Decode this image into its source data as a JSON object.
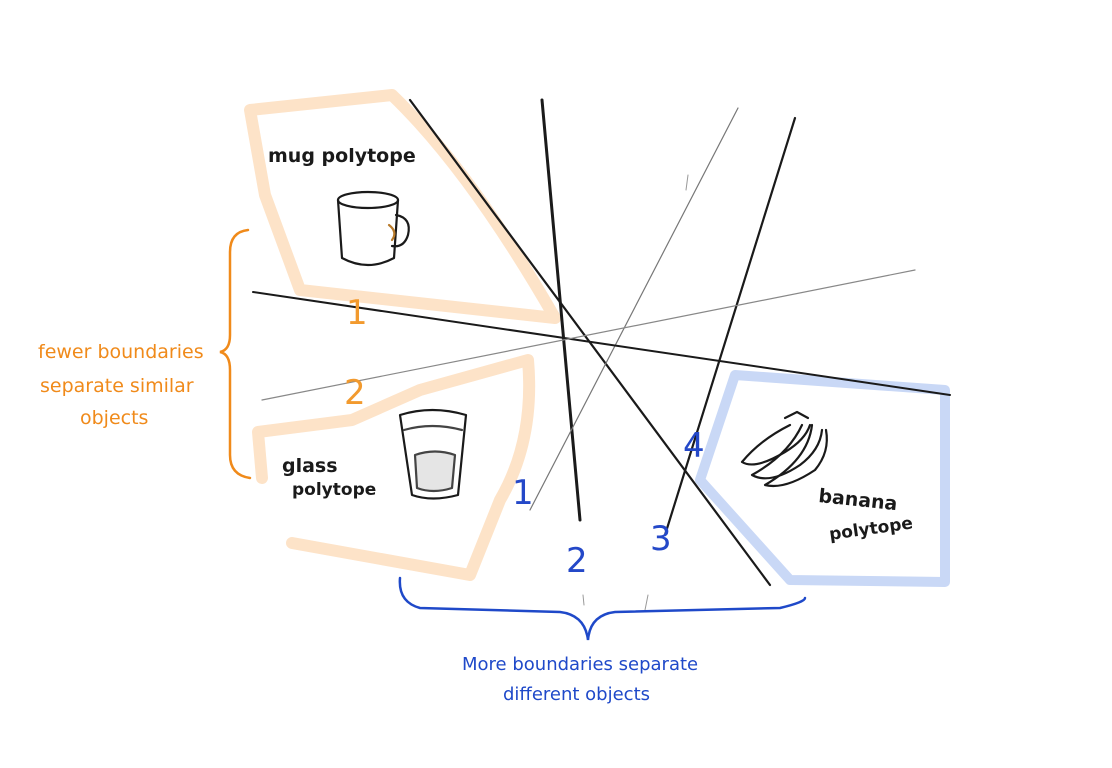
{
  "polytopes": {
    "mug": {
      "label": "mug polytope"
    },
    "glass": {
      "label_line1": "glass",
      "label_line2": "polytope"
    },
    "banana": {
      "label_line1": "banana",
      "label_line2": "polytope"
    }
  },
  "annotations": {
    "fewer": {
      "line1": "fewer boundaries",
      "line2": "separate similar",
      "line3": "objects"
    },
    "more": {
      "line1": "More boundaries separate",
      "line2": "different objects"
    }
  },
  "numbers": {
    "orange": [
      "1",
      "2"
    ],
    "blue": [
      "1",
      "2",
      "3",
      "4"
    ]
  },
  "colors": {
    "orange_fill": "#fde3c8",
    "orange_text": "#f08a1a",
    "blue_fill": "#c9d8f6",
    "blue_text": "#1f49c9",
    "ink": "#1a1a1a"
  },
  "icons": [
    "mug-icon",
    "glass-icon",
    "banana-icon"
  ]
}
